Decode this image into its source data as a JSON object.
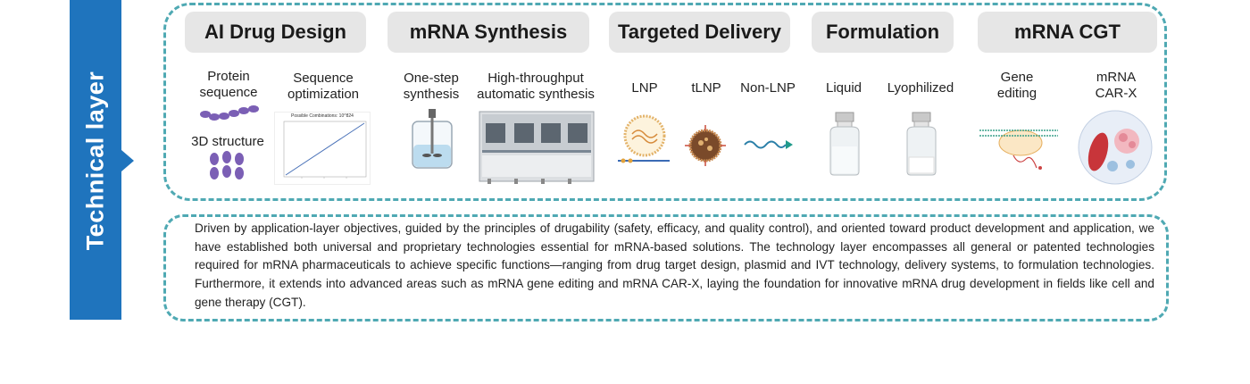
{
  "side_label": "Technical layer",
  "categories": [
    {
      "title": "AI Drug Design"
    },
    {
      "title": "mRNA Synthesis"
    },
    {
      "title": "Targeted Delivery"
    },
    {
      "title": "Formulation"
    },
    {
      "title": "mRNA CGT"
    }
  ],
  "items": {
    "protein_sequence": "Protein\nsequence",
    "sequence_optimization": "Sequence\noptimization",
    "structure_3d": "3D structure",
    "one_step_synthesis": "One-step\nsynthesis",
    "high_throughput": "High-throughput\nautomatic synthesis",
    "lnp": "LNP",
    "tlnp": "tLNP",
    "non_lnp": "Non-LNP",
    "liquid": "Liquid",
    "lyophilized": "Lyophilized",
    "gene_editing": "Gene\nediting",
    "mrna_car_x": "mRNA\nCAR-X"
  },
  "chart_title": "Possible Combinations: 10^824",
  "description": "Driven by application-layer objectives, guided by the principles of drugability (safety, efficacy, and quality control), and oriented toward product development and application, we have established both universal and proprietary technologies essential for mRNA-based solutions. The technology layer encompasses all general or patented technologies required for mRNA pharmaceuticals to achieve specific functions—ranging from drug target design, plasmid and IVT technology, delivery systems, to formulation technologies. Furthermore, it extends into advanced areas such as mRNA gene editing and mRNA CAR-X, laying the foundation for innovative mRNA drug development in fields like cell and gene therapy (CGT).",
  "colors": {
    "accent": "#1f74bd",
    "frame": "#4fa9b3",
    "pill": "#e6e6e6",
    "protein": "#7b5fb5"
  }
}
